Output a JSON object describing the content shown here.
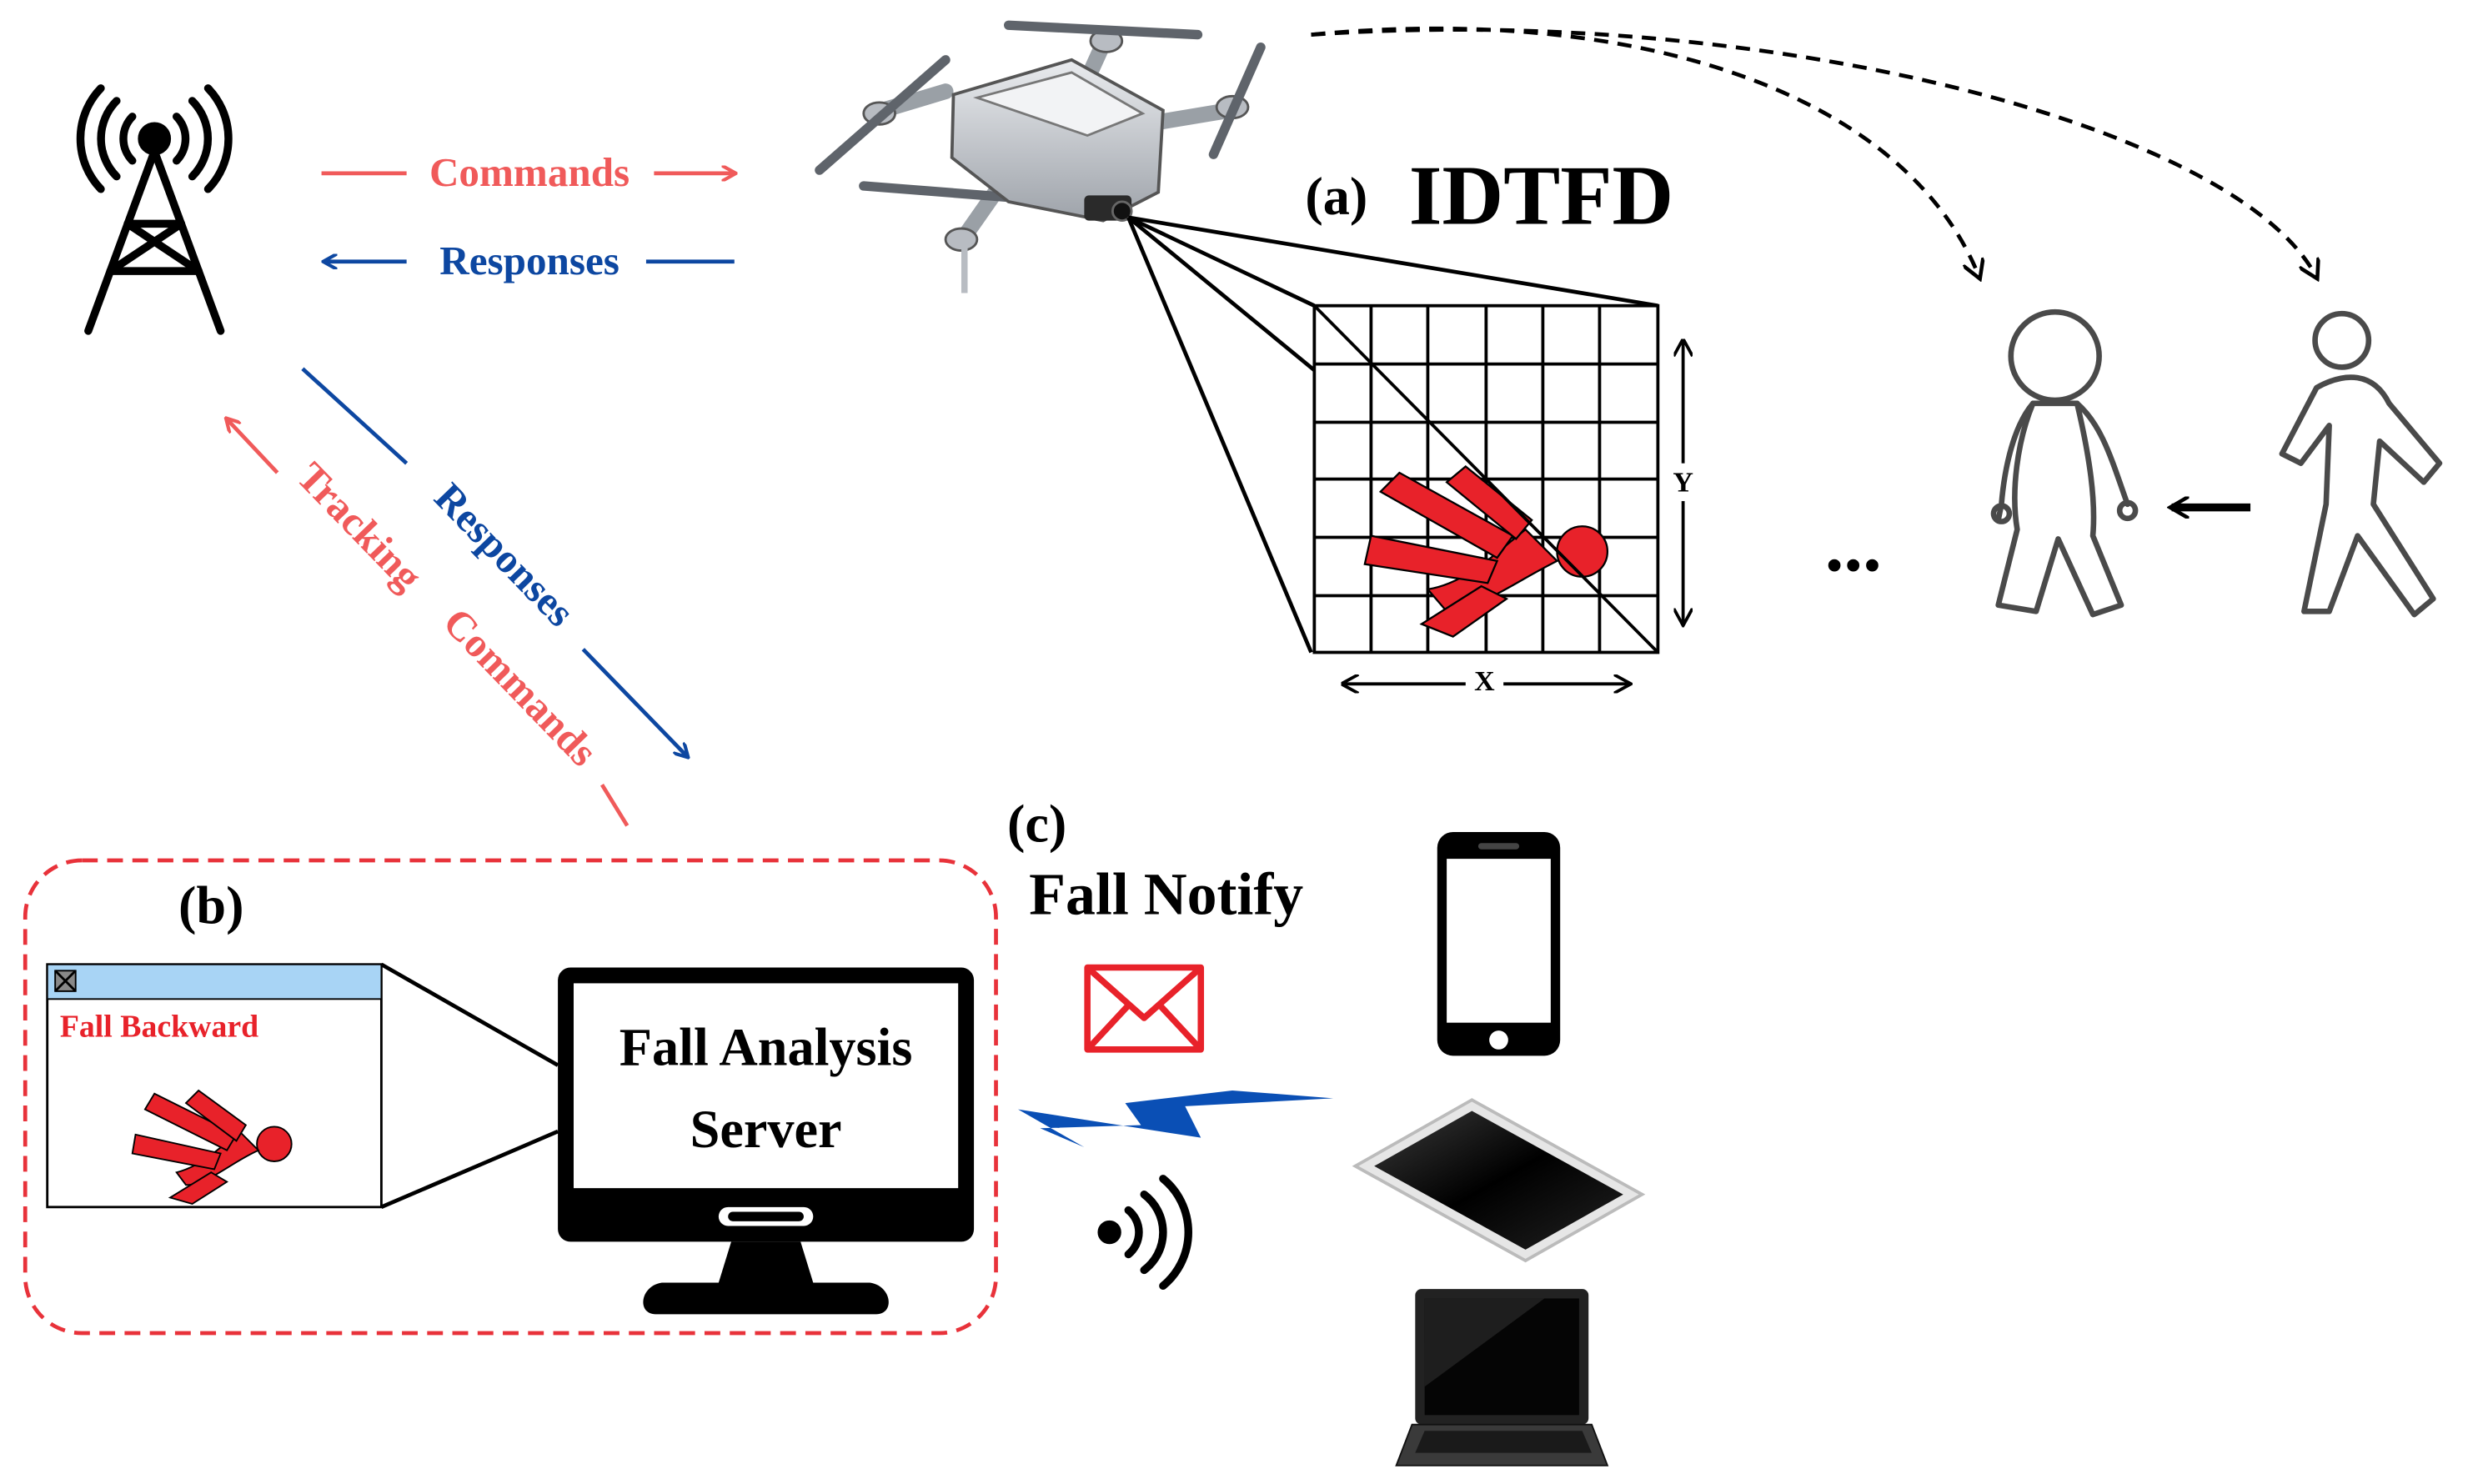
{
  "colors": {
    "commands": "#f05a5a",
    "responses": "#0d47a1",
    "person_red": "#e8222a",
    "dash_box": "#e8323a",
    "window_bar": "#a8d4f5",
    "ink": "#000000",
    "bolt": "#0a4fb5"
  },
  "tower": {
    "commands_label": "Commands",
    "responses_label": "Responses",
    "diag_responses_label": "Responses",
    "diag_tracking_label": "Tracking",
    "diag_commands_label": "Commands"
  },
  "section_a": {
    "tag": "(a)",
    "title": "IDTFD",
    "axis_x": "X",
    "axis_y": "Y",
    "ellipsis": "..."
  },
  "section_b": {
    "tag": "(b)",
    "window_label": "Fall Backward",
    "server_line1": "Fall Analysis",
    "server_line2": "Server"
  },
  "section_c": {
    "tag": "(c)",
    "notify_label": "Fall Notify"
  },
  "icons": [
    "tower-icon",
    "drone-icon",
    "person-walking-icon",
    "fallen-person-icon",
    "monitor-icon",
    "envelope-icon",
    "lightning-icon",
    "signal-waves-icon",
    "smartphone-icon",
    "tablet-icon",
    "laptop-icon"
  ]
}
